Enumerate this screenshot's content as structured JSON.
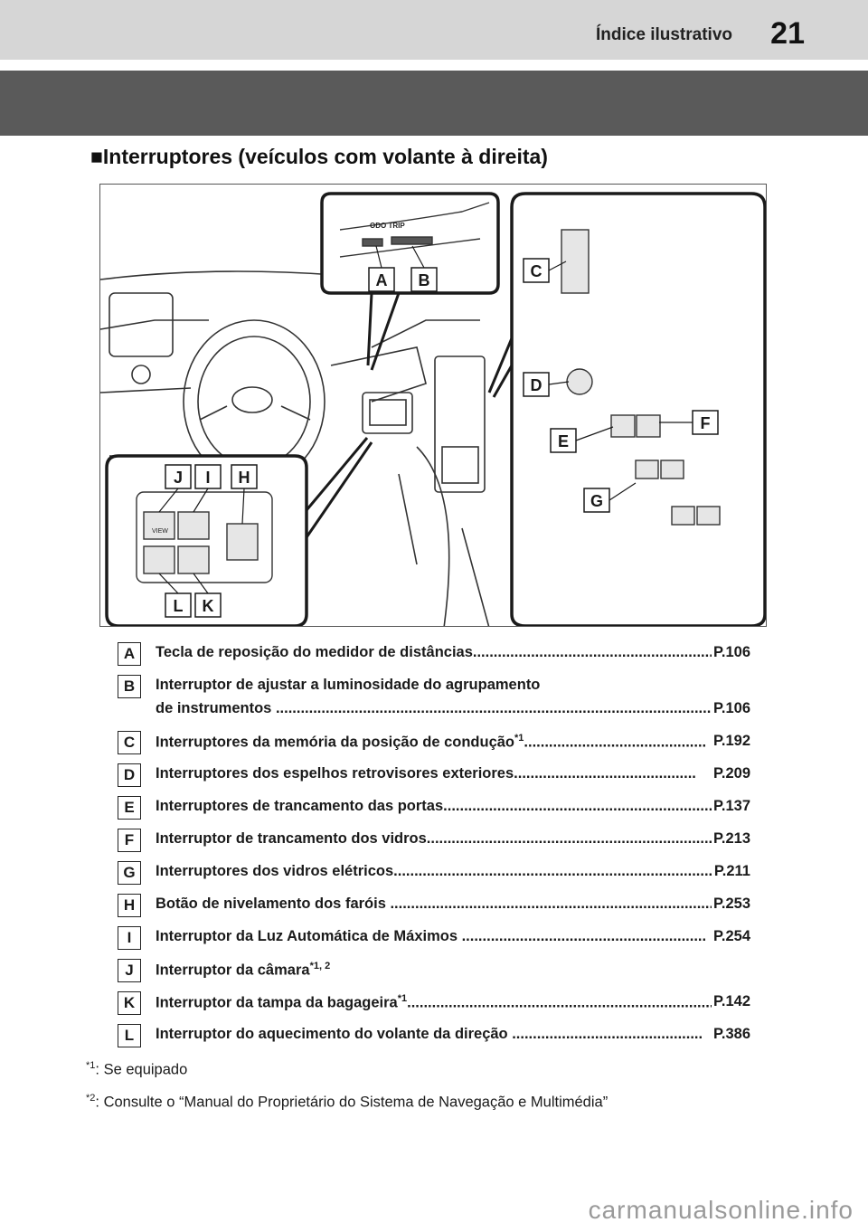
{
  "header": {
    "section": "Índice ilustrativo",
    "page": "21"
  },
  "heading": "■Interruptores (veículos com volante à direita)",
  "figure": {
    "callouts": [
      "A",
      "B",
      "C",
      "D",
      "E",
      "F",
      "G",
      "H",
      "I",
      "J",
      "K",
      "L"
    ],
    "odo_label": "ODO\nTRIP",
    "view_label": "VIEW"
  },
  "legend": [
    {
      "key": "A",
      "text": "Tecla de reposição do medidor de distâncias",
      "ref": "P.106"
    },
    {
      "key": "B",
      "text": "Interruptor de ajustar a luminosidade do agrupamento",
      "text2": "de instrumentos",
      "ref": "P.106"
    },
    {
      "key": "C",
      "text": "Interruptores da memória da posição de condução",
      "sup": "*1",
      "ref": "P.192"
    },
    {
      "key": "D",
      "text": "Interruptores dos espelhos retrovisores exteriores",
      "ref": "P.209"
    },
    {
      "key": "E",
      "text": "Interruptores de trancamento das portas",
      "ref": "P.137"
    },
    {
      "key": "F",
      "text": "Interruptor de trancamento dos vidros",
      "ref": "P.213"
    },
    {
      "key": "G",
      "text": "Interruptores dos vidros elétricos",
      "ref": "P.211"
    },
    {
      "key": "H",
      "text": "Botão de nivelamento dos faróis",
      "ref": "P.253"
    },
    {
      "key": "I",
      "text": "Interruptor da Luz Automática de Máximos",
      "ref": "P.254"
    },
    {
      "key": "J",
      "text": "Interruptor da câmara",
      "sup": "*1, 2",
      "ref": ""
    },
    {
      "key": "K",
      "text": "Interruptor da tampa da bagageira",
      "sup": "*1",
      "ref": "P.142"
    },
    {
      "key": "L",
      "text": "Interruptor do aquecimento do volante da direção",
      "ref": "P.386"
    }
  ],
  "footnotes": [
    {
      "mark": "*1",
      "text": ": Se equipado"
    },
    {
      "mark": "*2",
      "text": ": Consulte o “Manual do Proprietário do Sistema de Navegação e Multimédia”"
    }
  ],
  "watermark": "carmanualsonline.info"
}
